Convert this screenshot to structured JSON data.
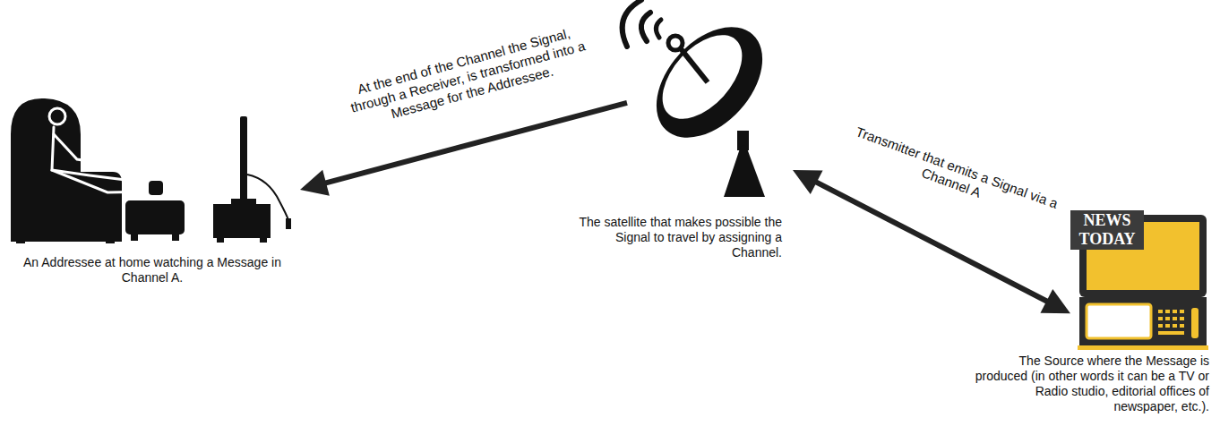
{
  "diagram": {
    "nodes": [
      {
        "text": [
          "An Addressee at home watching a Message in Channel A."
        ]
      },
      {
        "text": [
          "The satellite that makes possible the Signal to travel by assigning a Channel."
        ]
      },
      {
        "text": [
          "NEWS TODAY",
          "The Source where the Message is produced (in other words it can be a TV or Radio studio, editorial offices of newspaper, etc.)."
        ]
      }
    ],
    "edges": [
      {
        "from": 1,
        "to": 0,
        "arrow": "to",
        "label": "At the end of the Channel the Signal, through a Receiver, is transformed into a Message for the Addressee."
      },
      {
        "from": 2,
        "to": 1,
        "arrow": "both",
        "label": "Transmitter that emits a Signal via a Channel A"
      }
    ]
  }
}
